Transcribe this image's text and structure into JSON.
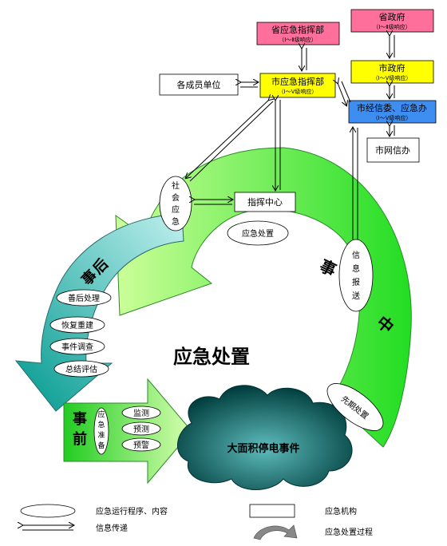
{
  "title": "应急处置",
  "orgs": {
    "prov_gov": {
      "name": "省政府",
      "level": "（Ⅰ～Ⅱ级响应）"
    },
    "prov_cmd": {
      "name": "省应急指挥部",
      "level": "（Ⅰ～Ⅱ级响应）"
    },
    "city_gov": {
      "name": "市政府",
      "level": "（Ⅰ～Ⅴ级响应）"
    },
    "city_cmd": {
      "name": "市应急指挥部",
      "level": "（Ⅰ～Ⅴ级响应）"
    },
    "city_econ": {
      "name": "市经信委、应急办",
      "level": "（Ⅰ～Ⅴ级响应）"
    },
    "members": {
      "name": "各成员单位"
    },
    "net_office": {
      "name": "市网信办"
    },
    "command_center": {
      "name": "指挥中心"
    }
  },
  "ovals": {
    "social": [
      "社",
      "会",
      "应",
      "急"
    ],
    "disposal": "应急处置",
    "report": [
      "信",
      "息",
      "报",
      "送"
    ],
    "early": "先期处置",
    "aftermath": [
      "善后处理",
      "恢复重建",
      "事件调查",
      "总结评估"
    ],
    "prep_vertical": [
      "应",
      "急",
      "准",
      "备"
    ],
    "prep_items": [
      "监测",
      "预测",
      "预警"
    ]
  },
  "phases": {
    "after": [
      "事",
      "后"
    ],
    "during": [
      "事",
      "中"
    ],
    "before": [
      "事",
      "前"
    ]
  },
  "event": "大面积停电事件",
  "legend": {
    "oval": "应急运行程序、内容",
    "rect": "应急机构",
    "arrow": "信息传递",
    "process": "应急处置过程"
  },
  "colors": {
    "prov": "#ff6f9c",
    "city_yellow": "#ffff00",
    "city_blue": "#3d8ef0",
    "green_light": "#ccff99",
    "green_dark": "#00cc00",
    "teal_light": "#aeeeee",
    "teal_dark": "#00998f",
    "cloud_dark": "#004d4d",
    "cloud_light": "#4fb3b3"
  }
}
